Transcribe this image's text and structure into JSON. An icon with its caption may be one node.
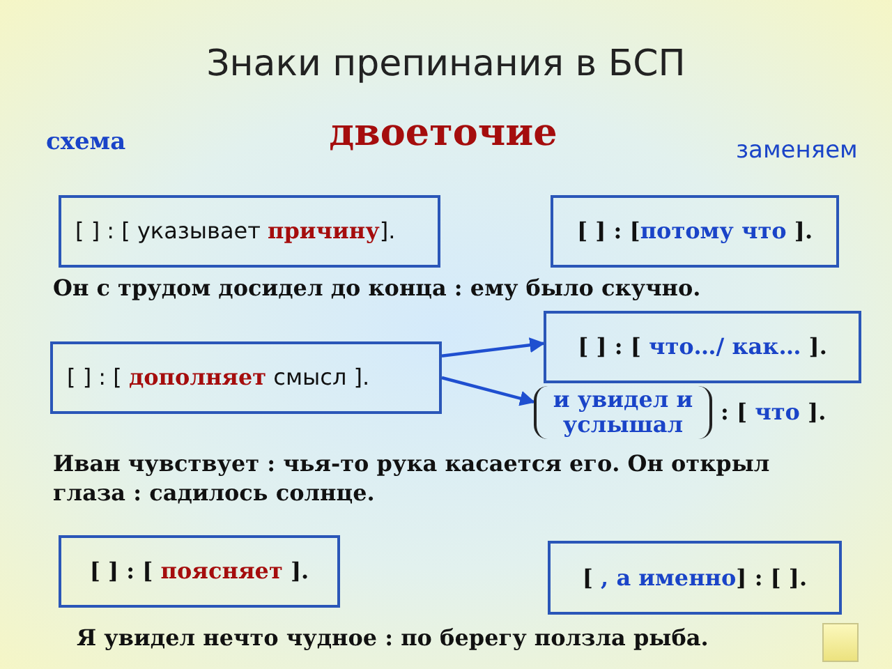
{
  "diagram": {
    "title": "Знаки препинания в БСП",
    "nodes": [
      {
        "text": [
          "[ ] : [ указывает **причину**]."
        ]
      },
      {
        "text": [
          "[ ] : [**потому что** ]."
        ]
      },
      {
        "text": [
          "[ ] : [ **дополняет** смысл ]."
        ]
      },
      {
        "text": [
          "[ ] : [ **что…/ как…** ]."
        ]
      },
      {
        "text": [
          "и увидел и услышал",
          ": [ **что** ]."
        ]
      },
      {
        "text": [
          "[ ] : [ **поясняет** ]."
        ]
      },
      {
        "text": [
          "[ **, а именно**] : [ ]."
        ]
      }
    ],
    "edges": [
      {
        "from": 2,
        "to": 3,
        "arrow": "to"
      },
      {
        "from": 2,
        "to": 4,
        "arrow": "to"
      }
    ],
    "labels": [
      "схема",
      "двоеточие",
      "заменяем",
      "Он с трудом досидел до конца : ему было скучно.",
      "Иван чувствует : чья-то рука касается его. Он открыл глаза : садилось солнце.",
      "Я увидел нечто чудное : по берегу ползла рыба."
    ]
  }
}
